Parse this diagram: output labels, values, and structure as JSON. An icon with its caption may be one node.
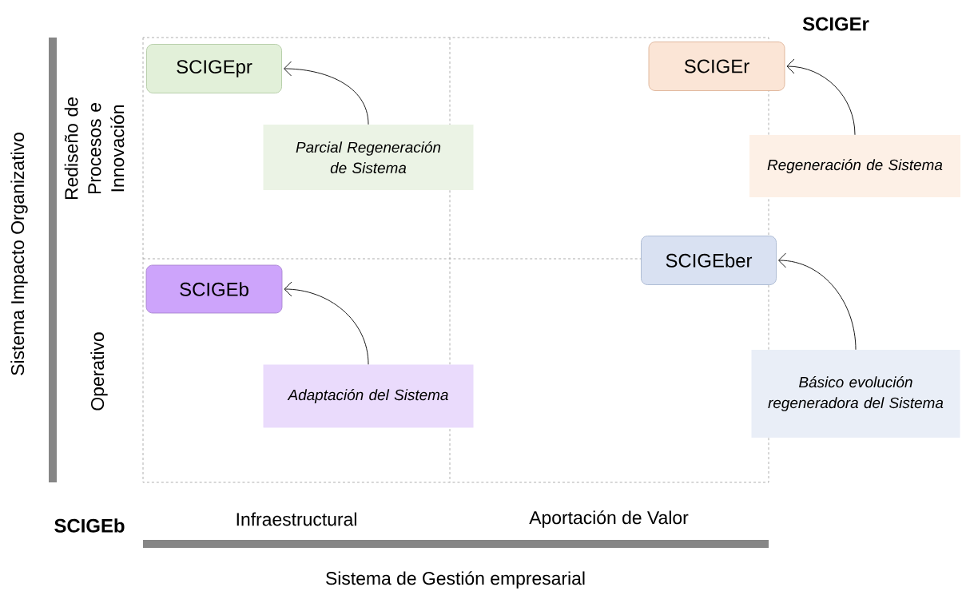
{
  "diagram": {
    "nodes": [
      {
        "text": [
          "SCIGEpr"
        ]
      },
      {
        "text": [
          "Parcial Regeneración de Sistema"
        ]
      },
      {
        "text": [
          "SCIGEr"
        ]
      },
      {
        "text": [
          "Regeneración de Sistema"
        ]
      },
      {
        "text": [
          "SCIGEb"
        ]
      },
      {
        "text": [
          "Adaptación del Sistema"
        ]
      },
      {
        "text": [
          "SCIGEber"
        ]
      },
      {
        "text": [
          "Básico evolución regeneradora del Sistema"
        ]
      }
    ],
    "edges": [
      {
        "from": 1,
        "to": 0,
        "arrow": "to"
      },
      {
        "from": 3,
        "to": 2,
        "arrow": "to"
      },
      {
        "from": 5,
        "to": 4,
        "arrow": "to"
      },
      {
        "from": 7,
        "to": 6,
        "arrow": "to"
      }
    ],
    "labels": [
      "SCIGEr",
      "Sistema Impacto Organizativo",
      "Rediseño de Procesos e Innovación",
      "Operativo",
      "SCIGEb",
      "Infraestructural",
      "Aportación de Valor",
      "Sistema de Gestión empresarial"
    ]
  }
}
